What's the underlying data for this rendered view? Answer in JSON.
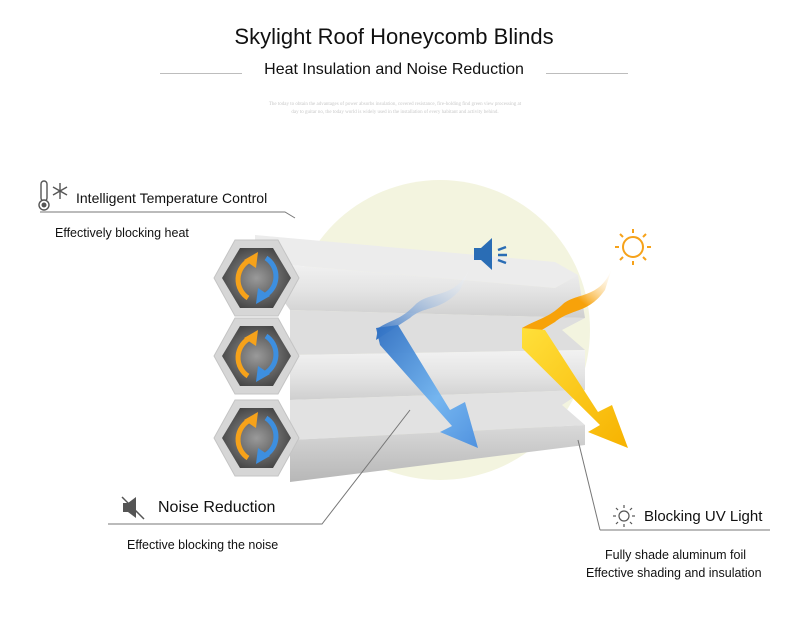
{
  "header": {
    "title": "Skylight Roof Honeycomb Blinds",
    "subtitle": "Heat Insulation and Noise Reduction",
    "faint_text_line1": "The today to obtain the advantages of power absorbs insulation, covered resistance, fire-holding find green view processing at",
    "faint_text_line2": "day to guitar no, the today world is widely used in the installation of every habitant and activity behind."
  },
  "features": {
    "temperature": {
      "title": "Intelligent Temperature Control",
      "subtitle": "Effectively blocking heat",
      "icon": "thermometer-snowflake-icon"
    },
    "noise": {
      "title": "Noise Reduction",
      "subtitle": "Effective blocking the noise",
      "icon": "speaker-muted-icon"
    },
    "uv": {
      "title": "Blocking UV Light",
      "subtitle_line1": "Fully shade aluminum foil",
      "subtitle_line2": "Effective shading and insulation",
      "icon": "sun-icon"
    }
  },
  "colors": {
    "blue_arrow": "#3d8fe0",
    "orange_arrow": "#f7a20a",
    "yellow_arrow": "#ffd21a",
    "sun": "#f6a21a",
    "speaker": "#2a6db5",
    "background_circle": "#f3f4df"
  }
}
